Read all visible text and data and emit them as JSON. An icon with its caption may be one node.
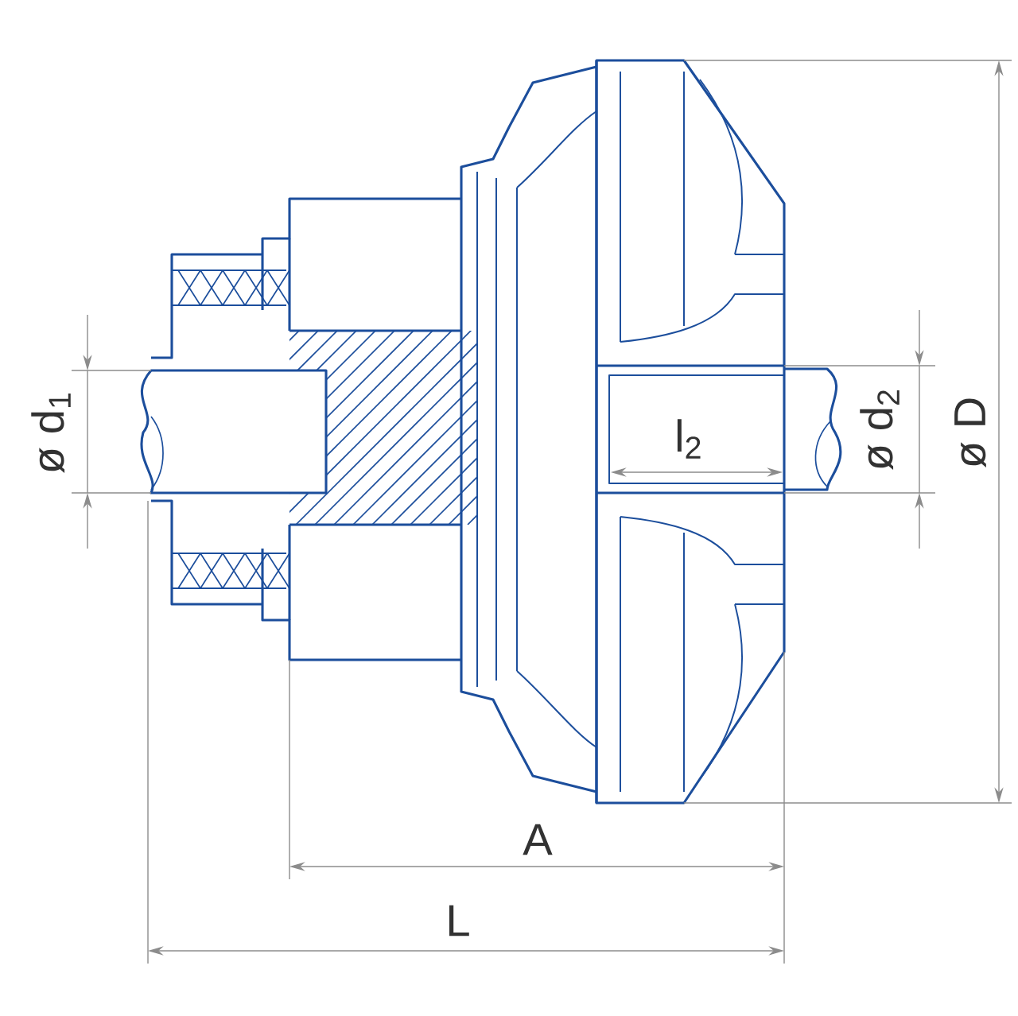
{
  "diagram": {
    "labels": [
      "ø d$_{1}$",
      "l$_{2}$",
      "ø d$_{2}$",
      "ø D",
      "A",
      "L"
    ]
  }
}
